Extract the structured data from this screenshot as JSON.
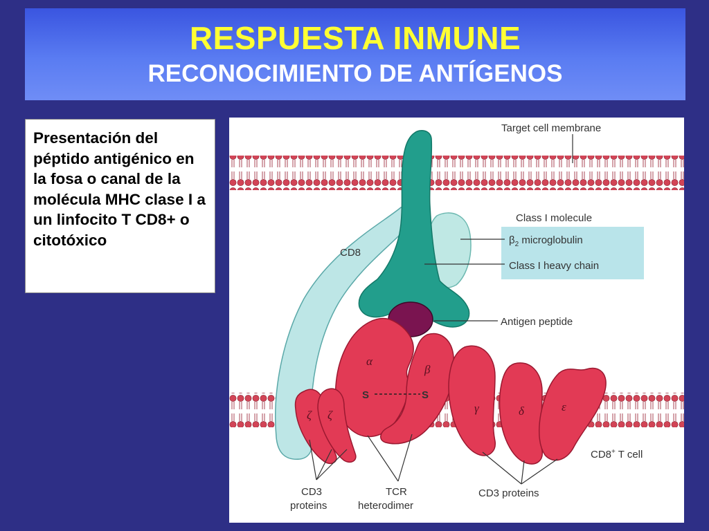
{
  "title": {
    "main": "RESPUESTA INMUNE",
    "sub": "RECONOCIMIENTO DE  ANTÍGENOS"
  },
  "description": "Presentación del péptido antigénico en la fosa o canal de la molécula MHC clase I a un linfocito T CD8+ o citotóxico",
  "diagram": {
    "labels": {
      "target_membrane": "Target cell membrane",
      "class1_molecule": "Class I molecule",
      "b2_beta": "β",
      "b2_sub": "2",
      "b2_rest": " microglobulin",
      "heavy_chain": "Class I heavy chain",
      "cd8": "CD8",
      "antigen_peptide": "Antigen peptide",
      "alpha": "α",
      "beta": "β",
      "s_left": "S",
      "s_right": "S",
      "zeta1": "ζ",
      "zeta2": "ζ",
      "gamma": "γ",
      "delta": "δ",
      "epsilon": "ε",
      "cd8_tcell_main": "CD8",
      "cd8_tcell_sup": "+",
      "cd8_tcell_rest": " T cell",
      "cd3_left_1": "CD3",
      "cd3_left_2": "proteins",
      "tcr_1": "TCR",
      "tcr_2": "heterodimer",
      "cd3_right": "CD3 proteins"
    },
    "colors": {
      "background": "#2e2f86",
      "title_main": "#ffff33",
      "title_sub": "#ffffff",
      "mhc_teal": "#229e8c",
      "b2m_light": "#bfe8e4",
      "cd8_light": "#bde6e6",
      "tcr_red": "#e23a55",
      "peptide_purple": "#7a1450",
      "membrane_red": "#c43a4a",
      "legend_box": "#b9e4ea"
    }
  }
}
